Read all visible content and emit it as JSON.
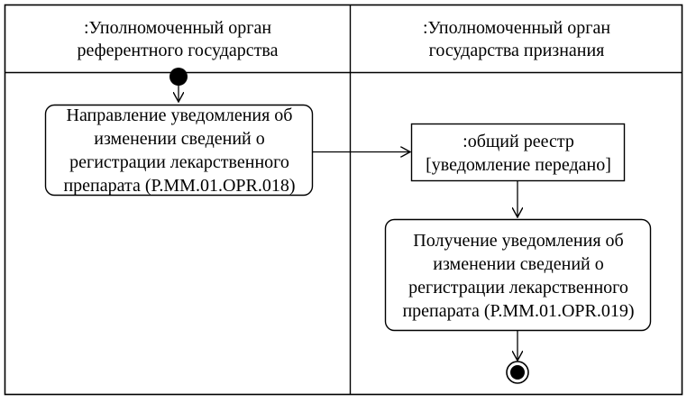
{
  "swimlanes": [
    {
      "title_lines": [
        ":Уполномоченный орган",
        "референтного государства"
      ]
    },
    {
      "title_lines": [
        ":Уполномоченный орган",
        "государства признания"
      ]
    }
  ],
  "nodes": {
    "send_activity": {
      "type": "action",
      "lines": [
        "Направление уведомления об",
        "изменении сведений о",
        "регистрации лекарственного",
        "препарата (P.MM.01.OPR.018)"
      ]
    },
    "object_node": {
      "type": "object",
      "lines": [
        ":общий реестр",
        "[уведомление передано]"
      ]
    },
    "receive_activity": {
      "type": "action",
      "lines": [
        "Получение уведомления об",
        "изменении сведений о",
        "регистрации лекарственного",
        "препарата (P.MM.01.OPR.019)"
      ]
    },
    "initial": {
      "type": "initial-node",
      "icon": "filled-circle-icon"
    },
    "final": {
      "type": "final-node",
      "icon": "bullseye-icon"
    }
  },
  "flows": [
    {
      "from": "initial",
      "to": "send_activity"
    },
    {
      "from": "send_activity",
      "to": "object_node"
    },
    {
      "from": "object_node",
      "to": "receive_activity"
    },
    {
      "from": "receive_activity",
      "to": "final"
    }
  ],
  "colors": {
    "line": "#000000",
    "background": "#ffffff"
  }
}
